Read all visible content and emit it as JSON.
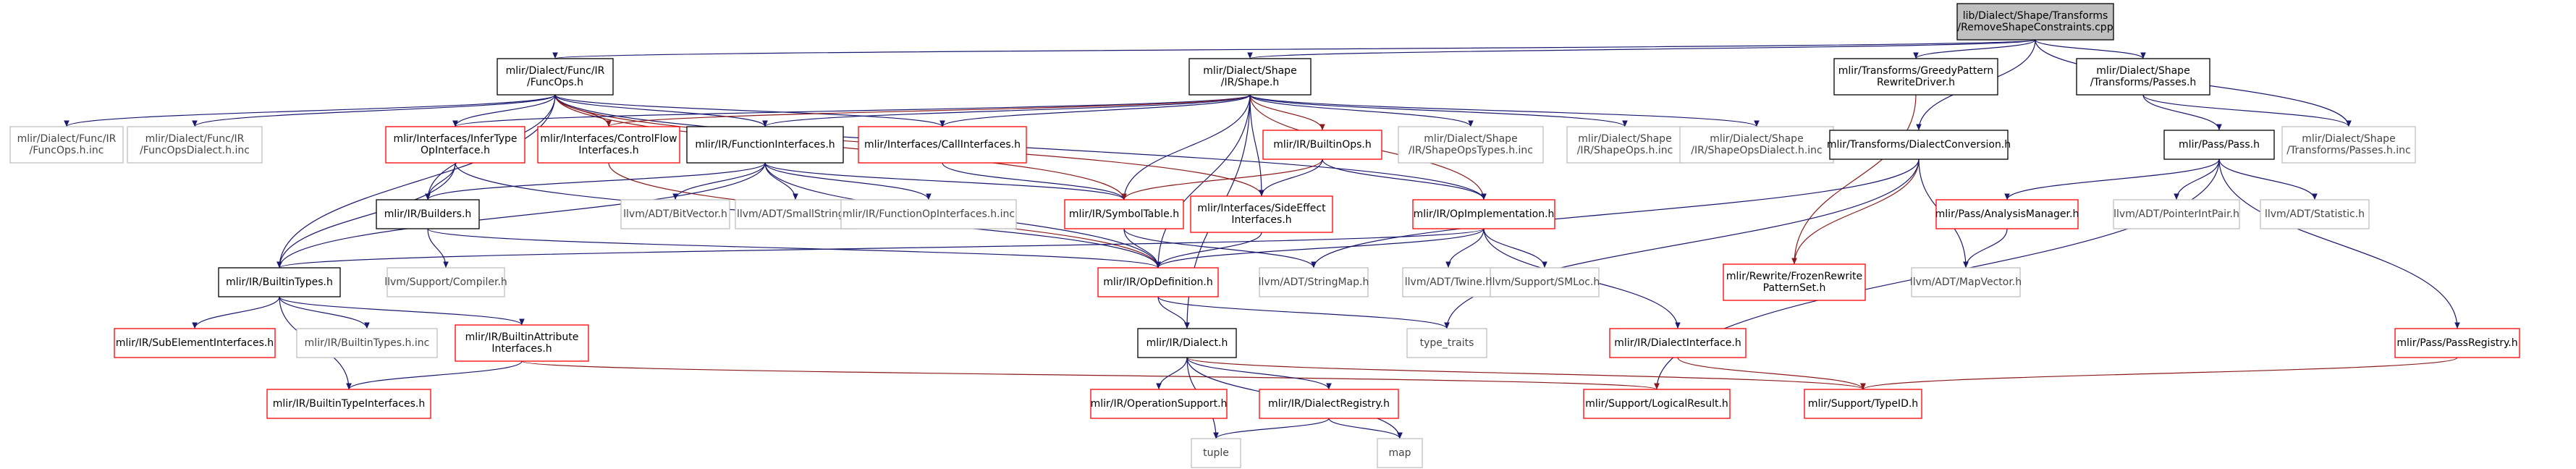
{
  "colors": {
    "black": "#000000",
    "red": "#ff0000",
    "grey": "#bfbfbf",
    "root_fill": "#bfbfbf",
    "text": "#000000",
    "grey_text": "#444444",
    "edge_blue": "#191970",
    "edge_red": "#8b1a1a"
  },
  "nodes": [
    {
      "id": "root",
      "lines": [
        "lib/Dialect/Shape/Transforms",
        "/RemoveShapeConstraints.cpp"
      ],
      "kind": "root"
    },
    {
      "id": "funcops",
      "lines": [
        "mlir/Dialect/Func/IR",
        "/FuncOps.h"
      ],
      "kind": "black"
    },
    {
      "id": "shapeh",
      "lines": [
        "mlir/Dialect/Shape",
        "/IR/Shape.h"
      ],
      "kind": "black"
    },
    {
      "id": "greedy",
      "lines": [
        "mlir/Transforms/GreedyPattern",
        "RewriteDriver.h"
      ],
      "kind": "black"
    },
    {
      "id": "passes",
      "lines": [
        "mlir/Dialect/Shape",
        "/Transforms/Passes.h"
      ],
      "kind": "black"
    },
    {
      "id": "funcopsinc",
      "lines": [
        "mlir/Dialect/Func/IR",
        "/FuncOps.h.inc"
      ],
      "kind": "grey"
    },
    {
      "id": "funcopsdialect",
      "lines": [
        "mlir/Dialect/Func/IR",
        "/FuncOpsDialect.h.inc"
      ],
      "kind": "grey"
    },
    {
      "id": "infertype",
      "lines": [
        "mlir/Interfaces/InferType",
        "OpInterface.h"
      ],
      "kind": "red"
    },
    {
      "id": "controlflow",
      "lines": [
        "mlir/Interfaces/ControlFlow",
        "Interfaces.h"
      ],
      "kind": "red"
    },
    {
      "id": "funcinterfaces",
      "lines": [
        "mlir/IR/FunctionInterfaces.h"
      ],
      "kind": "black"
    },
    {
      "id": "callinterfaces",
      "lines": [
        "mlir/Interfaces/CallInterfaces.h"
      ],
      "kind": "red"
    },
    {
      "id": "builtinops",
      "lines": [
        "mlir/IR/BuiltinOps.h"
      ],
      "kind": "red"
    },
    {
      "id": "shapeopstypes",
      "lines": [
        "mlir/Dialect/Shape",
        "/IR/ShapeOpsTypes.h.inc"
      ],
      "kind": "grey"
    },
    {
      "id": "shapeopsinc",
      "lines": [
        "mlir/Dialect/Shape",
        "/IR/ShapeOps.h.inc"
      ],
      "kind": "grey"
    },
    {
      "id": "shapeopsdialect",
      "lines": [
        "mlir/Dialect/Shape",
        "/IR/ShapeOpsDialect.h.inc"
      ],
      "kind": "grey"
    },
    {
      "id": "dialectconv",
      "lines": [
        "mlir/Transforms/DialectConversion.h"
      ],
      "kind": "black"
    },
    {
      "id": "passh",
      "lines": [
        "mlir/Pass/Pass.h"
      ],
      "kind": "black"
    },
    {
      "id": "passesinc",
      "lines": [
        "mlir/Dialect/Shape",
        "/Transforms/Passes.h.inc"
      ],
      "kind": "grey"
    },
    {
      "id": "builders",
      "lines": [
        "mlir/IR/Builders.h"
      ],
      "kind": "black"
    },
    {
      "id": "bitvector",
      "lines": [
        "llvm/ADT/BitVector.h"
      ],
      "kind": "grey"
    },
    {
      "id": "smallstring",
      "lines": [
        "llvm/ADT/SmallString.h"
      ],
      "kind": "grey"
    },
    {
      "id": "funcopinterfaces",
      "lines": [
        "mlir/IR/FunctionOpInterfaces.h.inc"
      ],
      "kind": "grey"
    },
    {
      "id": "symboltable",
      "lines": [
        "mlir/IR/SymbolTable.h"
      ],
      "kind": "red"
    },
    {
      "id": "sideeffect",
      "lines": [
        "mlir/Interfaces/SideEffect",
        "Interfaces.h"
      ],
      "kind": "red"
    },
    {
      "id": "opimpl",
      "lines": [
        "mlir/IR/OpImplementation.h"
      ],
      "kind": "red"
    },
    {
      "id": "analysismgr",
      "lines": [
        "mlir/Pass/AnalysisManager.h"
      ],
      "kind": "red"
    },
    {
      "id": "pointerintpair",
      "lines": [
        "llvm/ADT/PointerIntPair.h"
      ],
      "kind": "grey"
    },
    {
      "id": "statistic",
      "lines": [
        "llvm/ADT/Statistic.h"
      ],
      "kind": "grey"
    },
    {
      "id": "compiler",
      "lines": [
        "llvm/Support/Compiler.h"
      ],
      "kind": "grey"
    },
    {
      "id": "builtintypes",
      "lines": [
        "mlir/IR/BuiltinTypes.h"
      ],
      "kind": "black"
    },
    {
      "id": "opdefinition",
      "lines": [
        "mlir/IR/OpDefinition.h"
      ],
      "kind": "red"
    },
    {
      "id": "stringmap",
      "lines": [
        "llvm/ADT/StringMap.h"
      ],
      "kind": "grey"
    },
    {
      "id": "twine",
      "lines": [
        "llvm/ADT/Twine.h"
      ],
      "kind": "grey"
    },
    {
      "id": "smloc",
      "lines": [
        "llvm/Support/SMLoc.h"
      ],
      "kind": "grey"
    },
    {
      "id": "frozen",
      "lines": [
        "mlir/Rewrite/FrozenRewrite",
        "PatternSet.h"
      ],
      "kind": "red"
    },
    {
      "id": "mapvector",
      "lines": [
        "llvm/ADT/MapVector.h"
      ],
      "kind": "grey"
    },
    {
      "id": "subelement",
      "lines": [
        "mlir/IR/SubElementInterfaces.h"
      ],
      "kind": "red"
    },
    {
      "id": "builtintypesinc",
      "lines": [
        "mlir/IR/BuiltinTypes.h.inc"
      ],
      "kind": "grey"
    },
    {
      "id": "builtinattr",
      "lines": [
        "mlir/IR/BuiltinAttribute",
        "Interfaces.h"
      ],
      "kind": "red"
    },
    {
      "id": "dialecth",
      "lines": [
        "mlir/IR/Dialect.h"
      ],
      "kind": "black"
    },
    {
      "id": "typetraits",
      "lines": [
        "type_traits"
      ],
      "kind": "grey"
    },
    {
      "id": "dialectinterface",
      "lines": [
        "mlir/IR/DialectInterface.h"
      ],
      "kind": "red"
    },
    {
      "id": "passregistry",
      "lines": [
        "mlir/Pass/PassRegistry.h"
      ],
      "kind": "red"
    },
    {
      "id": "builtintypeinterfaces",
      "lines": [
        "mlir/IR/BuiltinTypeInterfaces.h"
      ],
      "kind": "red"
    },
    {
      "id": "opsupport",
      "lines": [
        "mlir/IR/OperationSupport.h"
      ],
      "kind": "red"
    },
    {
      "id": "dialectregistry",
      "lines": [
        "mlir/IR/DialectRegistry.h"
      ],
      "kind": "red"
    },
    {
      "id": "logicalresult",
      "lines": [
        "mlir/Support/LogicalResult.h"
      ],
      "kind": "red"
    },
    {
      "id": "typeid",
      "lines": [
        "mlir/Support/TypeID.h"
      ],
      "kind": "red"
    },
    {
      "id": "tuple",
      "lines": [
        "tuple"
      ],
      "kind": "grey"
    },
    {
      "id": "map",
      "lines": [
        "map"
      ],
      "kind": "grey"
    }
  ],
  "edges": [
    [
      "root",
      "funcops"
    ],
    [
      "root",
      "shapeh"
    ],
    [
      "root",
      "greedy"
    ],
    [
      "root",
      "passes"
    ],
    [
      "root",
      "dialectconv"
    ],
    [
      "root",
      "passesinc"
    ],
    [
      "funcops",
      "funcopsinc"
    ],
    [
      "funcops",
      "funcopsdialect"
    ],
    [
      "funcops",
      "infertype"
    ],
    [
      "funcops",
      "controlflow"
    ],
    [
      "funcops",
      "funcinterfaces"
    ],
    [
      "funcops",
      "callinterfaces"
    ],
    [
      "funcops",
      "symboltable"
    ],
    [
      "funcops",
      "builders"
    ],
    [
      "funcops",
      "builtintypes"
    ],
    [
      "funcops",
      "sideeffect"
    ],
    [
      "funcops",
      "opimpl"
    ],
    [
      "shapeh",
      "infertype"
    ],
    [
      "shapeh",
      "controlflow"
    ],
    [
      "shapeh",
      "funcinterfaces"
    ],
    [
      "shapeh",
      "callinterfaces"
    ],
    [
      "shapeh",
      "builtinops"
    ],
    [
      "shapeh",
      "shapeopstypes"
    ],
    [
      "shapeh",
      "shapeopsinc"
    ],
    [
      "shapeh",
      "shapeopsdialect"
    ],
    [
      "shapeh",
      "symboltable"
    ],
    [
      "shapeh",
      "sideeffect"
    ],
    [
      "shapeh",
      "opimpl"
    ],
    [
      "shapeh",
      "opdefinition"
    ],
    [
      "shapeh",
      "dialecth"
    ],
    [
      "greedy",
      "frozen"
    ],
    [
      "passes",
      "passh"
    ],
    [
      "passes",
      "passesinc"
    ],
    [
      "infertype",
      "builders"
    ],
    [
      "infertype",
      "builtintypes"
    ],
    [
      "infertype",
      "opdefinition"
    ],
    [
      "controlflow",
      "opdefinition"
    ],
    [
      "funcinterfaces",
      "builders"
    ],
    [
      "funcinterfaces",
      "bitvector"
    ],
    [
      "funcinterfaces",
      "smallstring"
    ],
    [
      "funcinterfaces",
      "funcopinterfaces"
    ],
    [
      "funcinterfaces",
      "symboltable"
    ],
    [
      "funcinterfaces",
      "builtintypes"
    ],
    [
      "funcinterfaces",
      "opdefinition"
    ],
    [
      "callinterfaces",
      "symboltable"
    ],
    [
      "builtinops",
      "symboltable"
    ],
    [
      "builtinops",
      "sideeffect"
    ],
    [
      "builtinops",
      "opimpl"
    ],
    [
      "dialectconv",
      "frozen"
    ],
    [
      "dialectconv",
      "mapvector"
    ],
    [
      "dialectconv",
      "stringmap"
    ],
    [
      "dialectconv",
      "typetraits"
    ],
    [
      "passh",
      "analysismgr"
    ],
    [
      "passh",
      "pointerintpair"
    ],
    [
      "passh",
      "statistic"
    ],
    [
      "passh",
      "passregistry"
    ],
    [
      "passh",
      "logicalresult"
    ],
    [
      "builders",
      "compiler"
    ],
    [
      "builders",
      "opdefinition"
    ],
    [
      "symboltable",
      "opdefinition"
    ],
    [
      "symboltable",
      "stringmap"
    ],
    [
      "sideeffect",
      "opdefinition"
    ],
    [
      "opimpl",
      "opdefinition"
    ],
    [
      "opimpl",
      "twine"
    ],
    [
      "opimpl",
      "smloc"
    ],
    [
      "opimpl",
      "dialectinterface"
    ],
    [
      "opimpl",
      "builtintypes"
    ],
    [
      "analysismgr",
      "mapvector"
    ],
    [
      "builtintypes",
      "subelement"
    ],
    [
      "builtintypes",
      "builtintypesinc"
    ],
    [
      "builtintypes",
      "builtinattr"
    ],
    [
      "builtintypes",
      "builtintypeinterfaces"
    ],
    [
      "opdefinition",
      "dialecth"
    ],
    [
      "opdefinition",
      "typetraits"
    ],
    [
      "builtinattr",
      "builtintypeinterfaces"
    ],
    [
      "builtinattr",
      "logicalresult"
    ],
    [
      "dialecth",
      "opsupport"
    ],
    [
      "dialecth",
      "dialectregistry"
    ],
    [
      "dialecth",
      "typeid"
    ],
    [
      "dialecth",
      "tuple"
    ],
    [
      "dialecth",
      "map"
    ],
    [
      "dialectinterface",
      "typeid"
    ],
    [
      "dialectregistry",
      "tuple"
    ],
    [
      "dialectregistry",
      "map"
    ],
    [
      "passregistry",
      "typeid"
    ]
  ]
}
